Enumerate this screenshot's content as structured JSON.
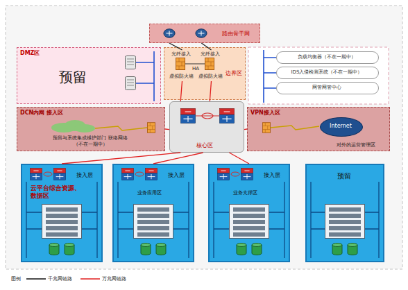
{
  "diagram": {
    "nodes": [
      {
        "text": [
          "路由骨干网"
        ]
      },
      {
        "text": [
          "DMZ区",
          "预留"
        ]
      },
      {
        "text": [
          "边界区"
        ]
      },
      {
        "text": [
          "光纤接入",
          "虚拟防火墙"
        ],
        "in": 2
      },
      {
        "text": [
          "光纤接入",
          "虚拟防火墙"
        ],
        "in": 2
      },
      {
        "text": [
          "负载均衡器（不在一期中）"
        ]
      },
      {
        "text": [
          "IDS入侵检测系统（不在一期中）"
        ]
      },
      {
        "text": [
          "网管网管中心"
        ]
      },
      {
        "text": [
          "DCN内网 接入区"
        ]
      },
      {
        "text": [
          "预留与系统集成维护部门 联络网络（不在一期中）"
        ],
        "in": 8
      },
      {
        "text": [
          "核心区"
        ]
      },
      {
        "text": [
          "VPN接入区",
          "对外的运营管理区"
        ]
      },
      {
        "text": [
          "Internet"
        ],
        "in": 11
      },
      {
        "text": [
          "接入层",
          "云平台综合资源、数据区"
        ]
      },
      {
        "text": [
          "接入层",
          "业务应用区"
        ]
      },
      {
        "text": [
          "接入层",
          "业务支撑区"
        ]
      },
      {
        "text": [
          "预留"
        ]
      }
    ],
    "edges": [
      {
        "from": 0,
        "to": 3,
        "arrow": "none"
      },
      {
        "from": 0,
        "to": 4,
        "arrow": "none"
      },
      {
        "from": 10,
        "to": 3,
        "arrow": "none"
      },
      {
        "from": 10,
        "to": 4,
        "arrow": "none"
      },
      {
        "from": 10,
        "to": 8,
        "arrow": "none"
      },
      {
        "from": 10,
        "to": 11,
        "arrow": "none"
      },
      {
        "from": 10,
        "to": 13,
        "arrow": "none"
      },
      {
        "from": 10,
        "to": 14,
        "arrow": "none"
      },
      {
        "from": 10,
        "to": 15,
        "arrow": "none"
      }
    ],
    "labels": [
      "HA",
      "图例"
    ],
    "legend": [
      {
        "text": "千兆网链路"
      },
      {
        "text": "万兆网链路"
      }
    ]
  }
}
